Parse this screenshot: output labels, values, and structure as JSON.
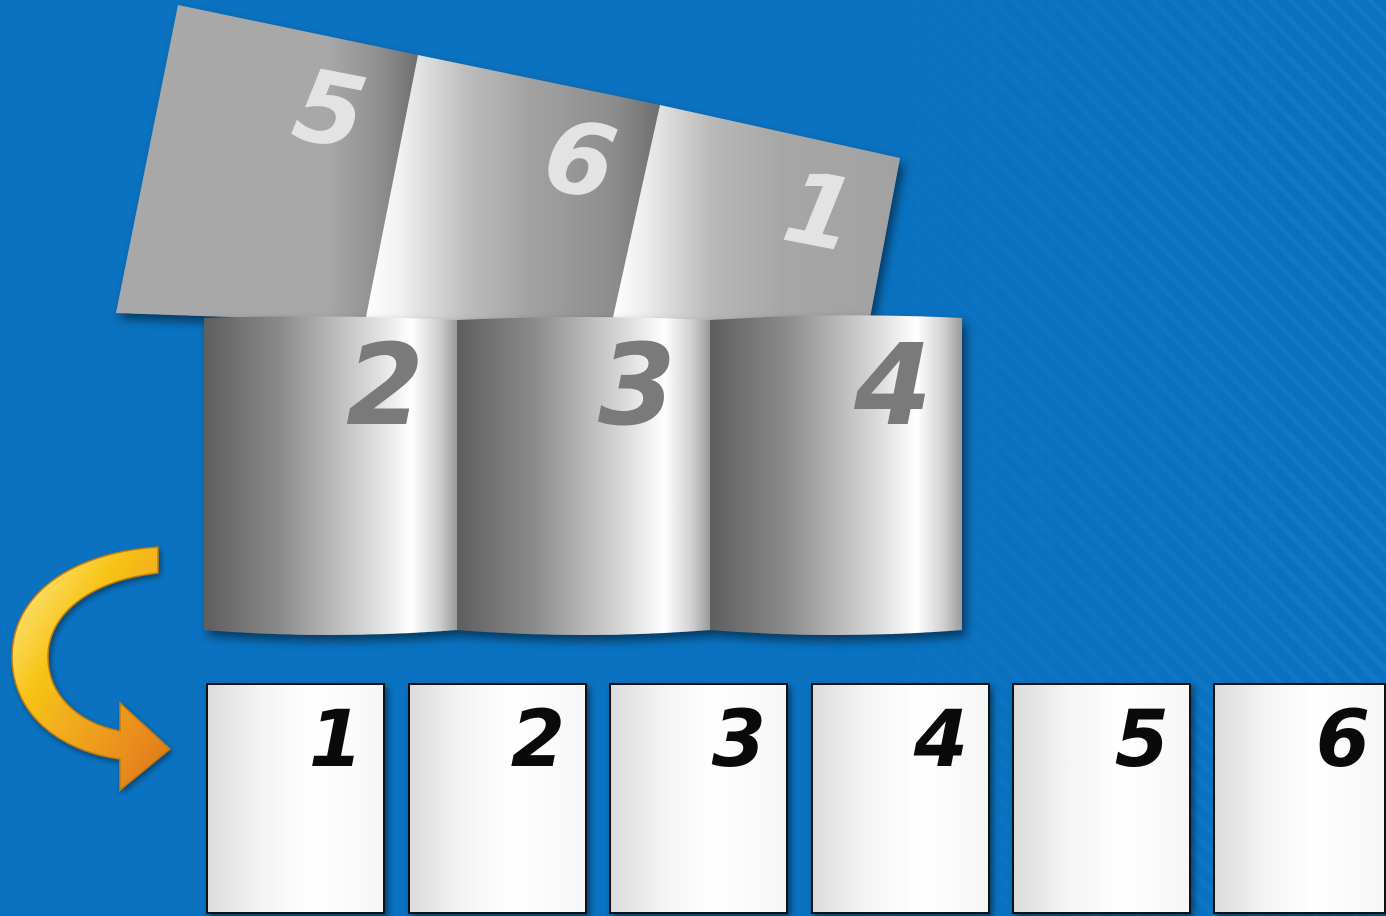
{
  "colors": {
    "background": "#0a72c0",
    "background_stripe": "#1a7ecb",
    "top_sheet_gray": "#a9a9a9",
    "top_sheet_number": "#e9e9e9",
    "middle_sheet_number": "#7b7b7b",
    "page_number": "#0a0a0a",
    "arrow_yellow": "#f7c418",
    "arrow_orange": "#e98b1f"
  },
  "top_sheet": {
    "panels": [
      {
        "number": "5",
        "shading": "fold-left"
      },
      {
        "number": "6",
        "shading": "curl"
      },
      {
        "number": "1",
        "shading": "curl"
      }
    ]
  },
  "middle_sheet": {
    "panels": [
      {
        "number": "2"
      },
      {
        "number": "3"
      },
      {
        "number": "4"
      }
    ]
  },
  "pages": [
    {
      "number": "1"
    },
    {
      "number": "2"
    },
    {
      "number": "3"
    },
    {
      "number": "4"
    },
    {
      "number": "5"
    },
    {
      "number": "6"
    }
  ],
  "arrow": {
    "icon": "curved-arrow-down-right-icon"
  }
}
